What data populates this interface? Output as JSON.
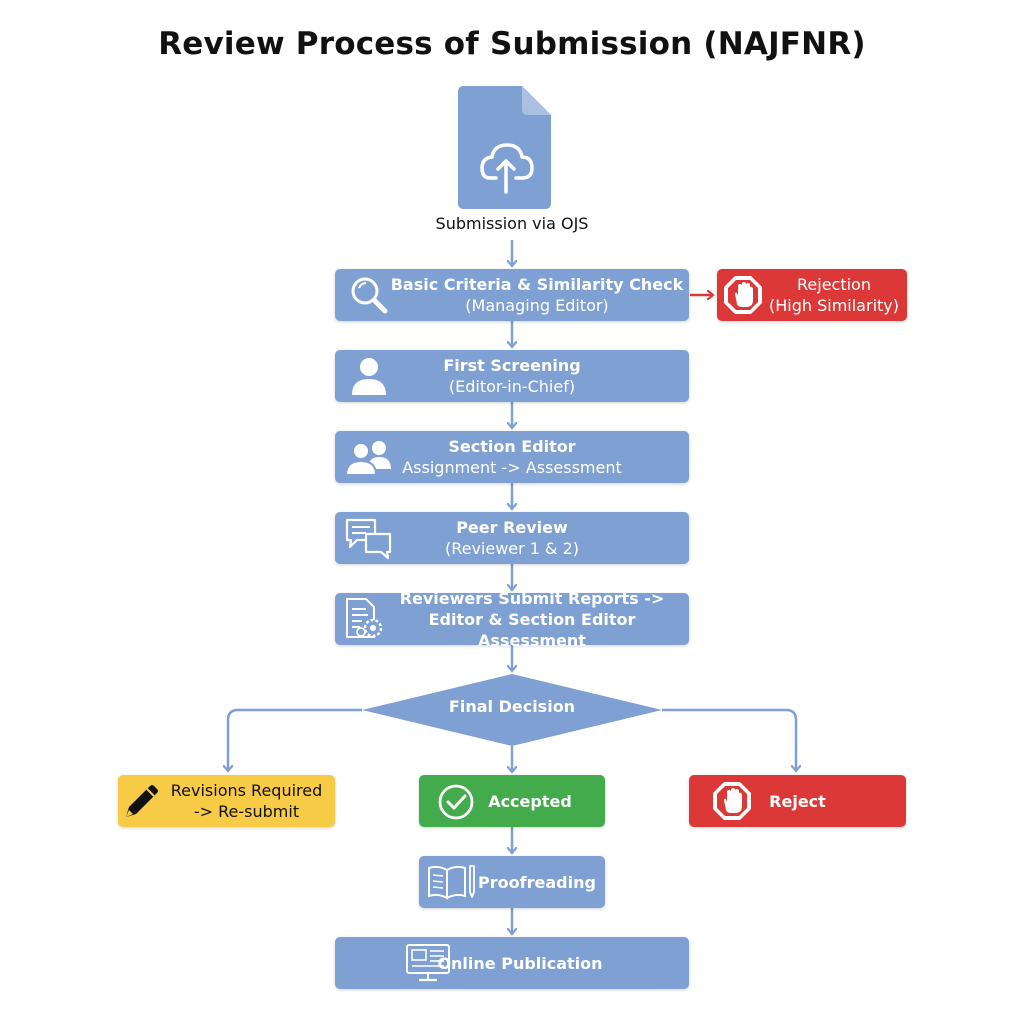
{
  "title": "Review Process of Submission (NAJFNR)",
  "colors": {
    "step_blue": "#7fa0d2",
    "arrow_blue": "#7fa0d2",
    "reject_red": "#dc3838",
    "accept_green": "#43ab4c",
    "revision_yellow": "#f8cb47"
  },
  "start": {
    "icon": "document-cloud-upload-icon",
    "label": "Submission via OJS"
  },
  "steps": [
    {
      "icon": "magnifier-icon",
      "line1": "Basic Criteria & Similarity Check",
      "line2": "(Managing Editor)"
    },
    {
      "icon": "person-icon",
      "line1": "First Screening",
      "line2": "(Editor-in-Chief)"
    },
    {
      "icon": "people-icon",
      "line1": "Section Editor",
      "line2": "Assignment -> Assessment"
    },
    {
      "icon": "chat-bubbles-icon",
      "line1": "Peer Review",
      "line2": "(Reviewer 1 & 2)"
    },
    {
      "icon": "report-gear-icon",
      "line1": "Reviewers Submit Reports ->",
      "line2": "Editor & Section Editor Assessment"
    }
  ],
  "similarity_rejection": {
    "icon": "stop-hand-icon",
    "line1": "Rejection",
    "line2": "(High Similarity)"
  },
  "decision": {
    "label": "Final Decision"
  },
  "outcomes": {
    "revisions": {
      "icon": "pencil-icon",
      "line1": "Revisions Required",
      "line2": "-> Re-submit"
    },
    "accepted": {
      "icon": "check-circle-icon",
      "label": "Accepted"
    },
    "reject": {
      "icon": "stop-hand-icon",
      "label": "Reject"
    }
  },
  "post_steps": [
    {
      "icon": "open-book-pen-icon",
      "label": "Proofreading"
    },
    {
      "icon": "monitor-article-icon",
      "label": "Online Publication"
    }
  ]
}
